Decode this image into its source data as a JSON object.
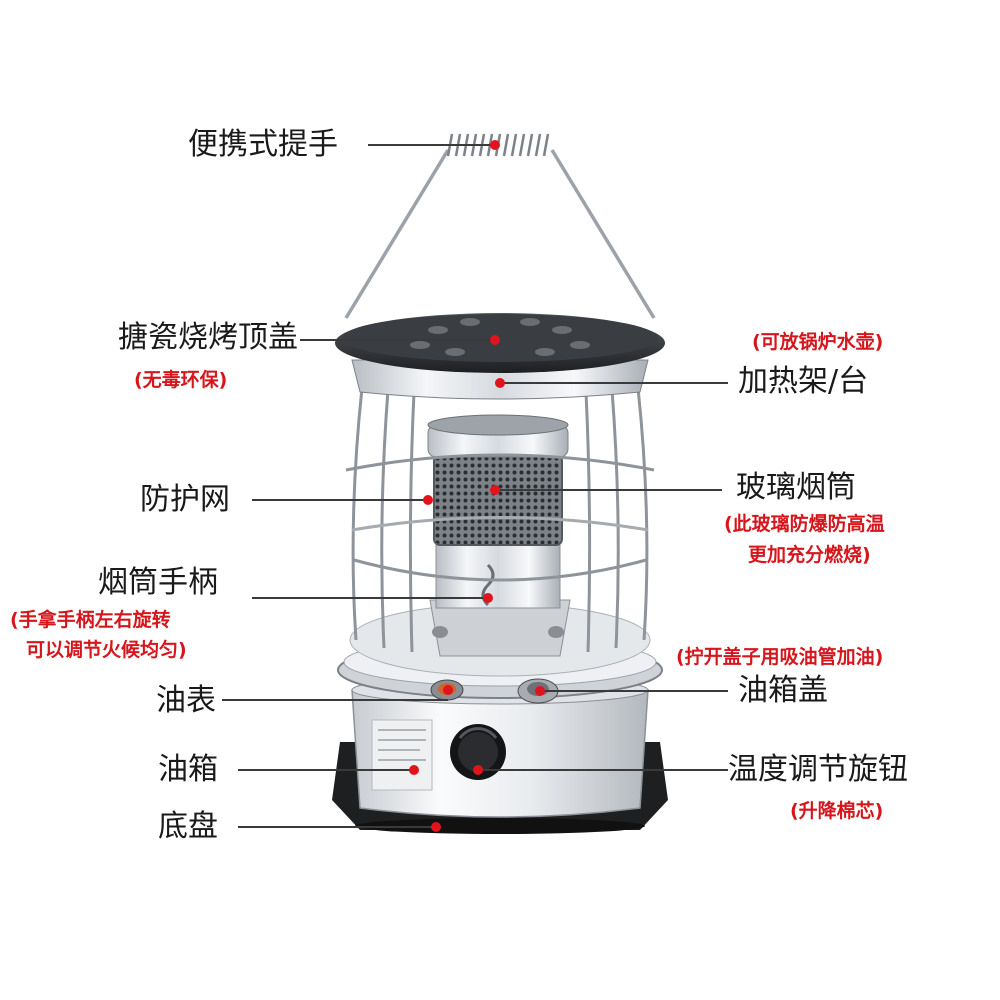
{
  "diagram": {
    "parts": {
      "handle": {
        "label": "便携式提手"
      },
      "top_lid": {
        "label": "搪瓷烧烤顶盖",
        "note": "(无毒环保)"
      },
      "heating_rack": {
        "label": "加热架/台",
        "note": "(可放锅炉水壶)"
      },
      "guard_mesh": {
        "label": "防护网"
      },
      "glass_chimney": {
        "label": "玻璃烟筒",
        "note_line1": "(此玻璃防爆防高温",
        "note_line2": "更加充分燃烧)"
      },
      "chimney_handle": {
        "label": "烟筒手柄",
        "note_line1": "(手拿手柄左右旋转",
        "note_line2": "可以调节火候均匀)"
      },
      "fuel_gauge": {
        "label": "油表"
      },
      "tank_cap": {
        "label": "油箱盖",
        "note": "(拧开盖子用吸油管加油)"
      },
      "fuel_tank": {
        "label": "油箱"
      },
      "temp_knob": {
        "label": "温度调节旋钮",
        "note": "(升降棉芯)"
      },
      "base": {
        "label": "底盘"
      }
    },
    "colors": {
      "marker": "#e0141c",
      "note_text": "#d6161c",
      "label_text": "#1a1a1a"
    }
  }
}
